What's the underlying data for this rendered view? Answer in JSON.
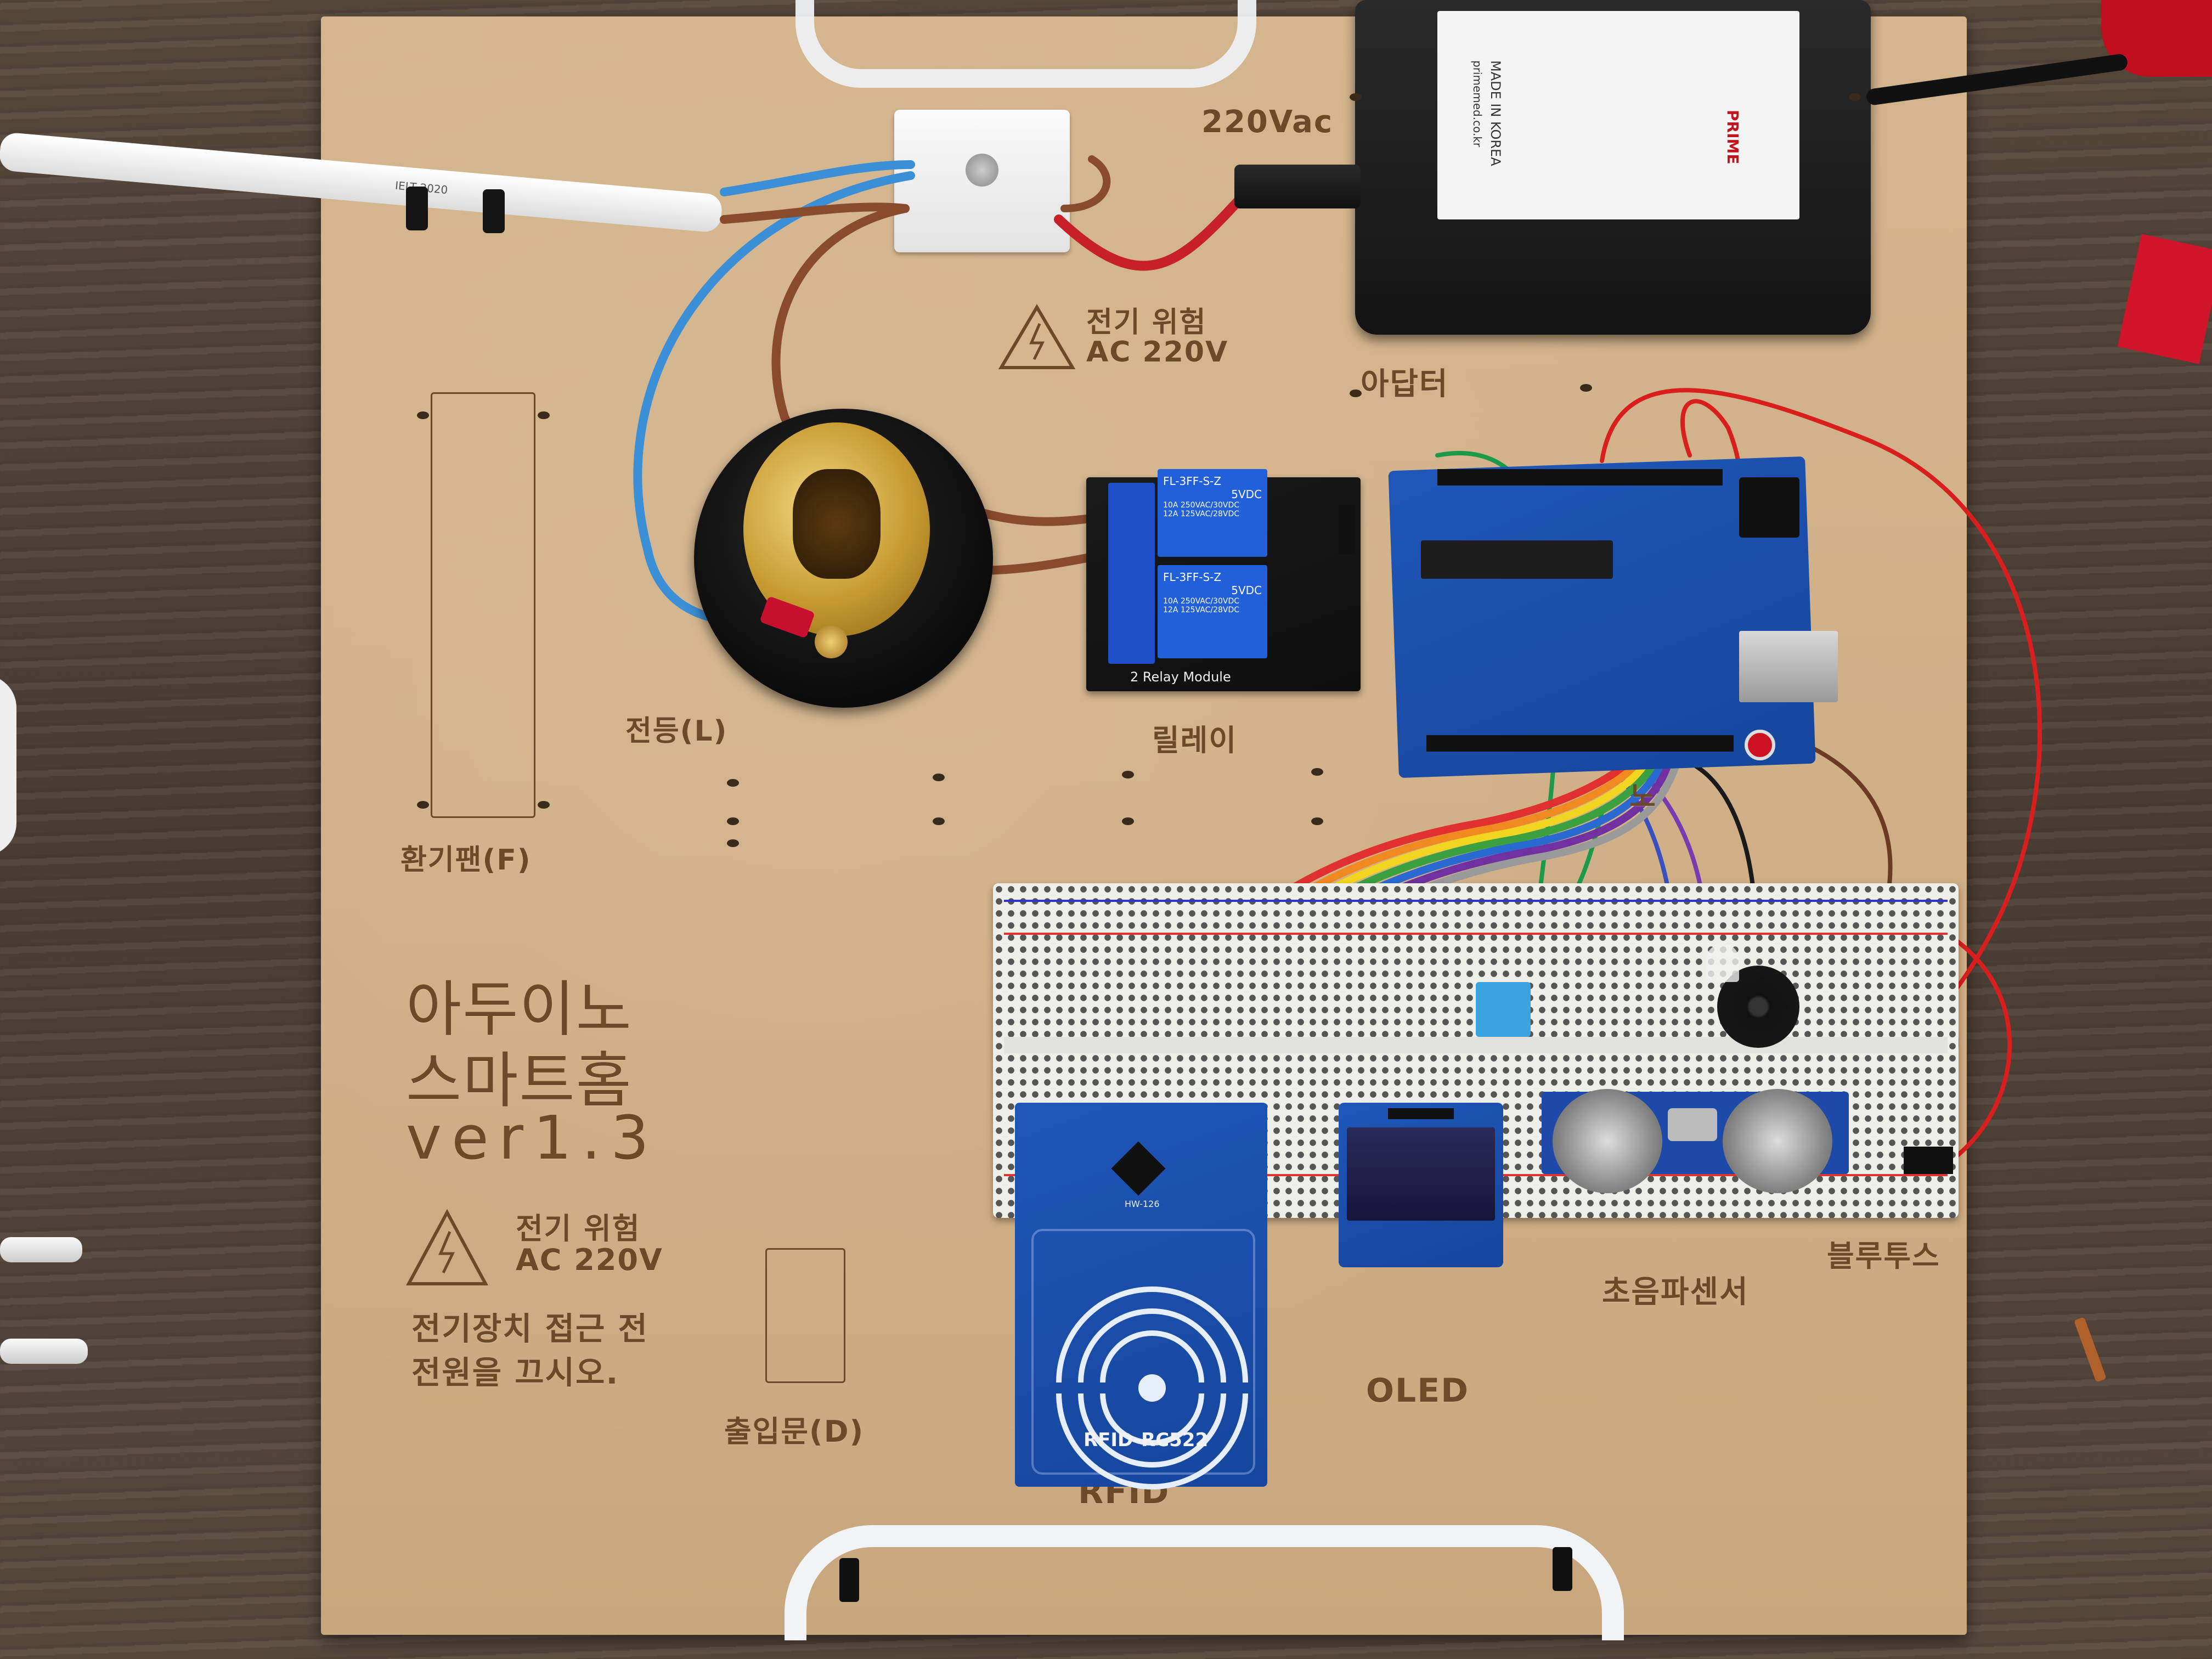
{
  "board_labels": {
    "ac_top": "220Vac",
    "warning_top_line1": "전기 위험",
    "warning_top_line2": "AC 220V",
    "adapter": "아답터",
    "lamp": "전등(L)",
    "relay": "릴레이",
    "fan": "환기팬(F)",
    "arduino_partial": "노",
    "title_line1": "아두이노",
    "title_line2": "스마트홈",
    "title_line3": "ver1.3",
    "warning_bottom_line1": "전기 위험",
    "warning_bottom_line2": "AC 220V",
    "notice_line1": "전기장치 접근 전",
    "notice_line2": "전원을 끄시오.",
    "door": "출입문(D)",
    "rfid": "RFID",
    "oled": "OLED",
    "ultrasonic": "초음파센서",
    "bluetooth": "블루투스"
  },
  "components": {
    "relay_silk": "2 Relay Module",
    "relay1_model": "FL-3FF-S-Z",
    "relay2_model": "FL-3FF-S-Z",
    "relay_rating_a": "10A 250VAC/30VDC",
    "relay_rating_b": "12A 125VAC/28VDC",
    "relay_vdc": "5VDC",
    "rfid_label": "RFID-RC522",
    "rfid_hw": "HW-126",
    "adapter_brand": "PRIME",
    "adapter_made": "MADE IN KOREA",
    "adapter_url": "primemed.co.kr",
    "cable_print": "IELT 2020"
  },
  "colors": {
    "board": "#cfae85",
    "engraving": "#6b4a2a",
    "arduino_pcb": "#1f56b8",
    "wire_red": "#d91e1e",
    "wire_blue": "#3a8fd6",
    "wire_brown": "#8a4b2c"
  }
}
